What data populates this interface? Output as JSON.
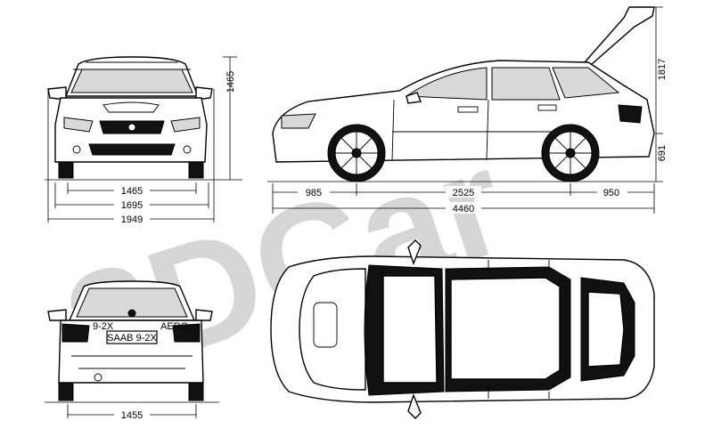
{
  "watermark": {
    "text": "3DCar",
    "color": "#c8c8c8"
  },
  "badges": {
    "plate": "SAAB 9-2X",
    "left_badge": "9-2X",
    "right_badge": "AERO"
  },
  "dimensions": {
    "front_track": "1465",
    "front_body_width": "1695",
    "front_mirror_width": "1949",
    "front_height": "1465",
    "side_height": "1817",
    "side_ground_to_bumper": "691",
    "side_front_overhang": "985",
    "side_wheelbase": "2525",
    "side_rear_overhang": "950",
    "side_length": "4460",
    "rear_track": "1455"
  },
  "colors": {
    "line": "#000000",
    "shade": "#d9d9d9",
    "dark": "#111111"
  }
}
